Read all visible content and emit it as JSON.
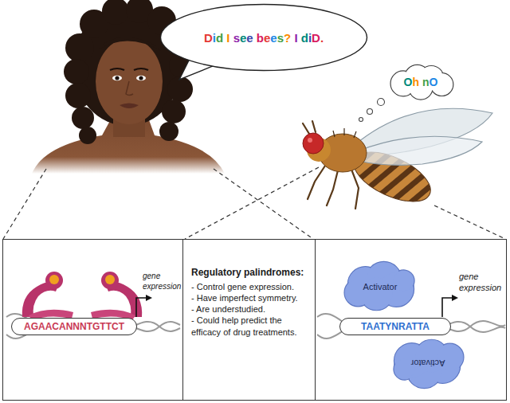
{
  "diagram": {
    "nodes": [
      {
        "text": [
          "Did I see bees? I diD."
        ]
      },
      {
        "text": [
          "Oh nO"
        ]
      },
      {
        "text": [
          "gene expression"
        ]
      },
      {
        "text": [
          "AGAACANNNTGTTCT"
        ],
        "in": 2
      },
      {
        "text": [
          "Regulatory palindromes:",
          "- Control gene expression.",
          "- Have imperfect symmetry.",
          "- Are understudied.",
          "- Could help predict the efficacy of drug treatments."
        ]
      },
      {
        "text": [
          "gene expression"
        ]
      },
      {
        "text": [
          "TAATYNRATTA"
        ],
        "in": 5
      },
      {
        "text": [
          "Activator"
        ],
        "in": 5
      },
      {
        "text": [
          "Activator"
        ],
        "in": 5
      }
    ]
  }
}
